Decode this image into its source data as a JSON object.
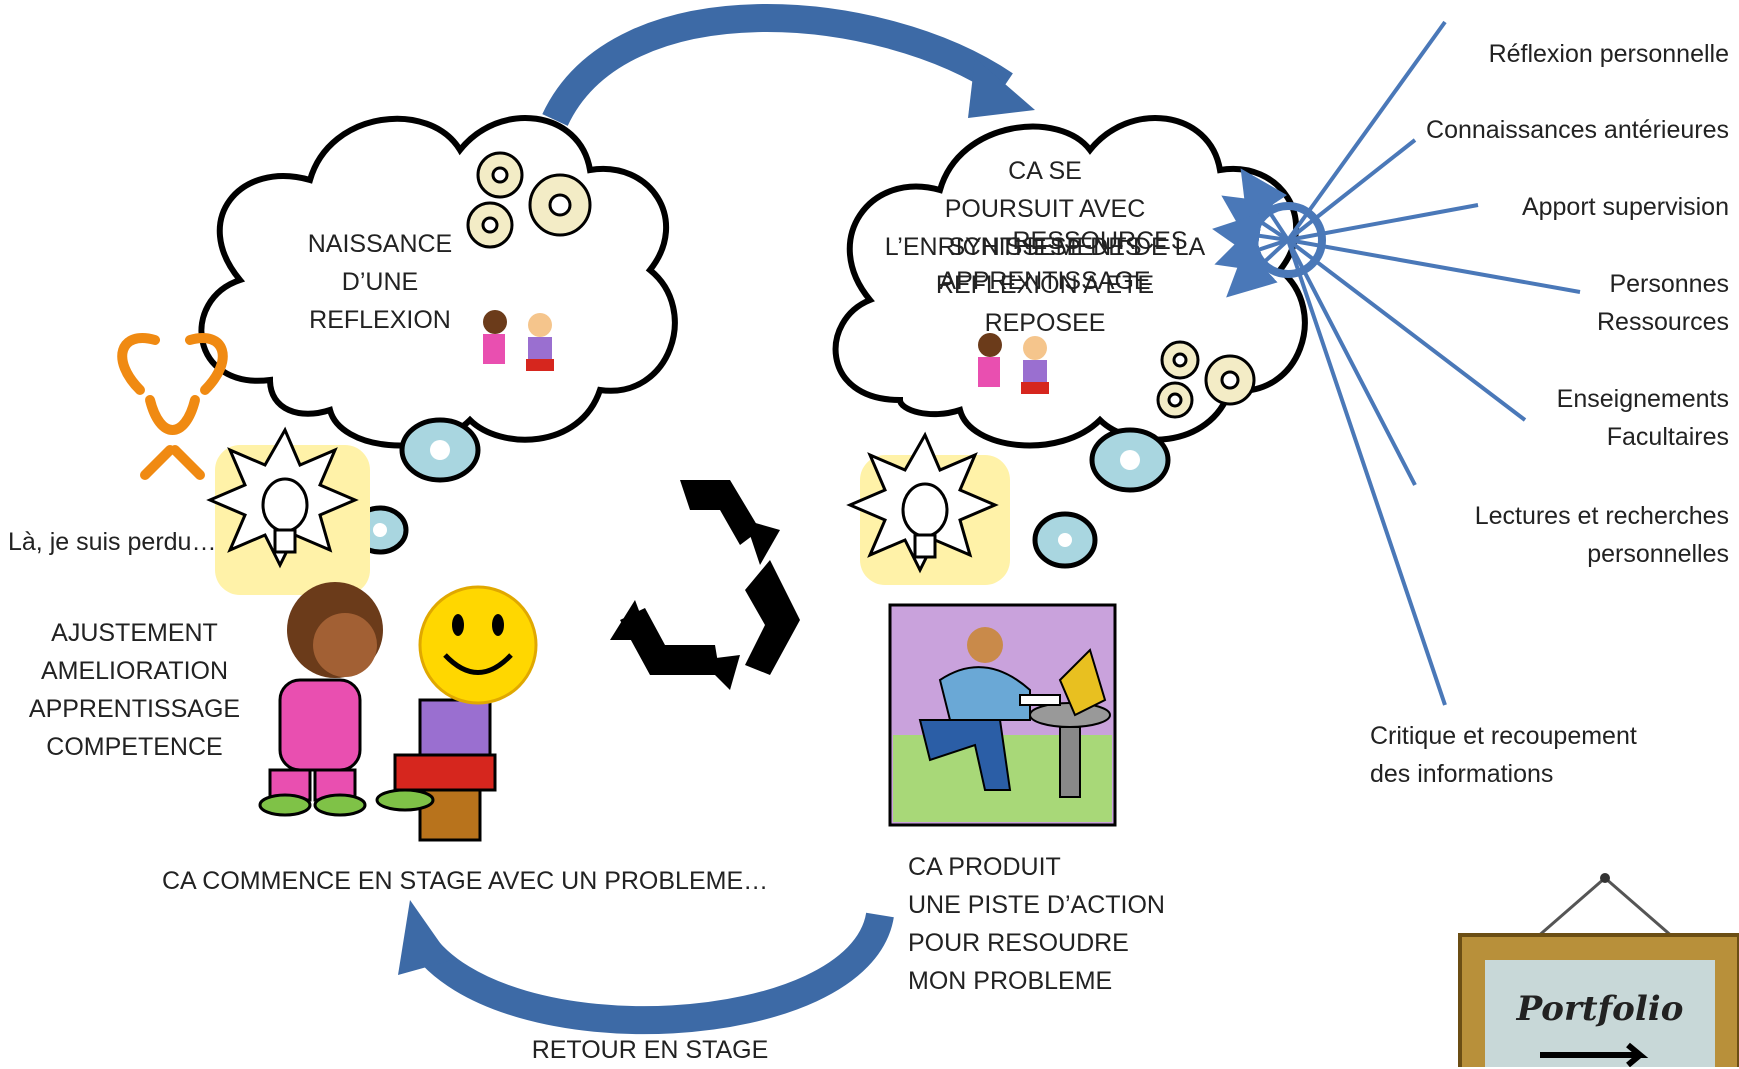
{
  "cloud_left": {
    "text": "NAISSANCE\nD’UNE\nREFLEXION"
  },
  "cloud_right": {
    "line_a": "CA SE\nPOURSUIT AVEC\nL’ENRICHISSEMENT DE LA\nREFLEXION A ETE\nREPOSEE",
    "line_b": "SYNTHESE DES",
    "line_c": "RESSOURCES",
    "line_d": "APPRENTISSAGE"
  },
  "lost_text": "Là, je suis perdu…",
  "adjust_text": "AJUSTEMENT\nAMELIORATION\nAPPRENTISSAGE\nCOMPETENCE",
  "start_text": "CA COMMENCE EN STAGE AVEC UN PROBLEME…",
  "produce_text": "CA PRODUIT\nUNE PISTE D’ACTION\nPOUR RESOUDRE\nMON PROBLEME",
  "return_text": "RETOUR EN STAGE",
  "resources": [
    "Réflexion personnelle",
    "Connaissances antérieures",
    "Apport supervision",
    "Personnes\nRessources",
    "Enseignements\nFacultaires",
    "Lectures et recherches\npersonnelles",
    "Critique et recoupement\ndes informations"
  ],
  "portfolio_label": "Portfolio",
  "colors": {
    "arrow": "#3d6aa6",
    "cloud_stroke": "#000000",
    "cloud_shadow": "#a9d6e0",
    "idea_bg": "#fff2a8",
    "line": "#4a78b8"
  }
}
